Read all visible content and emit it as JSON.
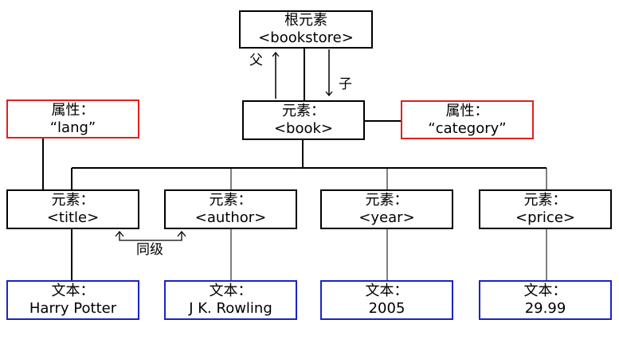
{
  "colors": {
    "element_border": "#000000",
    "attribute_border": "#e0201c",
    "text_border": "#1a24c8"
  },
  "nodes": {
    "root": {
      "line1": "根元素",
      "line2": "<bookstore>"
    },
    "book": {
      "line1": "元素：",
      "line2": "<book>"
    },
    "attr_lang": {
      "line1": "属性：",
      "line2": "“lang”"
    },
    "attr_category": {
      "line1": "属性：",
      "line2": "“category”"
    },
    "title": {
      "line1": "元素：",
      "line2": "<title>"
    },
    "author": {
      "line1": "元素：",
      "line2": "<author>"
    },
    "year": {
      "line1": "元素：",
      "line2": "<year>"
    },
    "price": {
      "line1": "元素：",
      "line2": "<price>"
    },
    "text_title": {
      "line1": "文本：",
      "line2": "Harry Potter"
    },
    "text_author": {
      "line1": "文本：",
      "line2": "J K. Rowling"
    },
    "text_year": {
      "line1": "文本：",
      "line2": "2005"
    },
    "text_price": {
      "line1": "文本：",
      "line2": "29.99"
    }
  },
  "labels": {
    "parent": "父",
    "child": "子",
    "sibling": "同级"
  }
}
